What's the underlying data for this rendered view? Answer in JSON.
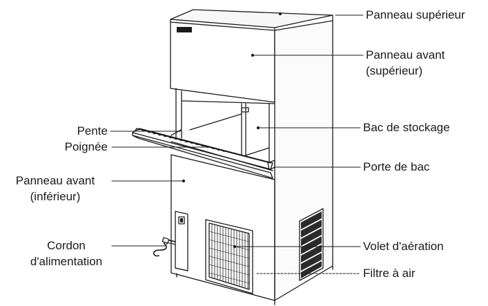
{
  "labels": {
    "panneau_superieur": "Panneau supérieur",
    "panneau_avant_sup_line1": "Panneau avant",
    "panneau_avant_sup_line2": "(supérieur)",
    "bac_de_stockage": "Bac de stockage",
    "porte_de_bac": "Porte de bac",
    "volet_aeration": "Volet d'aération",
    "filtre_a_air": "Filtre à air",
    "pente": "Pente",
    "poignee": "Poignée",
    "panneau_avant_inf_line1": "Panneau avant",
    "panneau_avant_inf_line2": "(inférieur)",
    "cordon_line1": "Cordon",
    "cordon_line2": "d'alimentation"
  },
  "colors": {
    "line": "#1a1a1a",
    "panel_shade": "#f2f2f2",
    "grille": "#333333"
  }
}
